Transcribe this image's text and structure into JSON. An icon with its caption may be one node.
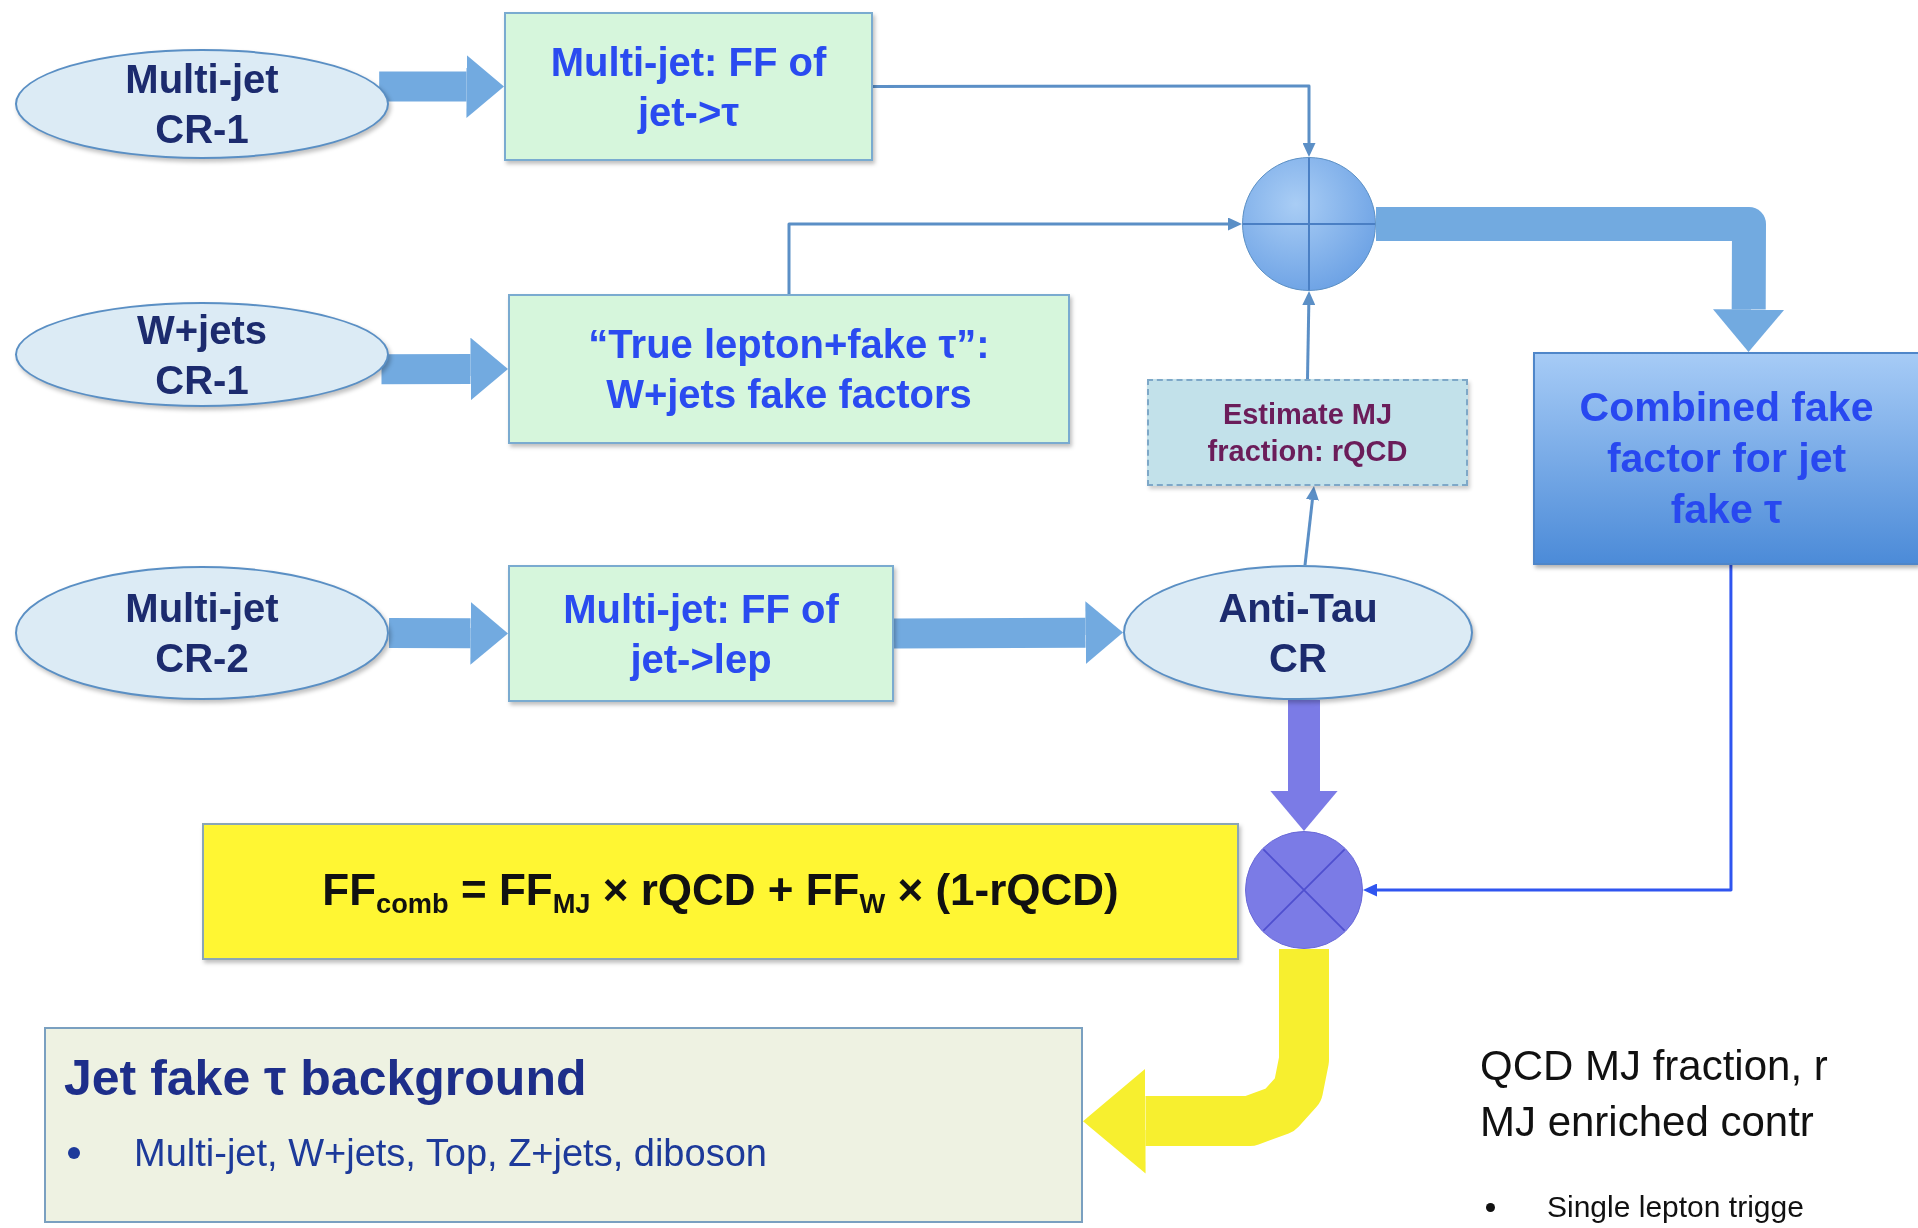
{
  "diagram": {
    "nodes": [
      {
        "text": [
          "Multi-jet CR-1"
        ]
      },
      {
        "text": [
          "Multi-jet: FF of jet->τ"
        ]
      },
      {
        "text": [
          "W+jets CR-1"
        ]
      },
      {
        "text": [
          "“True lepton+fake τ”: W+jets fake factors"
        ]
      },
      {
        "text": [
          "Multi-jet CR-2"
        ]
      },
      {
        "text": [
          "Multi-jet: FF of jet->lep"
        ]
      },
      {
        "text": [],
        "shape": "circle"
      },
      {
        "text": [
          "Estimate MJ fraction: rQCD"
        ]
      },
      {
        "text": [
          "Anti-Tau CR"
        ]
      },
      {
        "text": [
          "Combined fake factor for jet fake τ"
        ]
      },
      {
        "text": [],
        "shape": "circle"
      },
      {
        "text": [
          "FF$_{comb}$ = FF$_{MJ}$ × rQCD + FF$_{W}$ × (1-rQCD)"
        ]
      },
      {
        "text": [
          "Jet fake τ background",
          "Multi-jet, W+jets, Top, Z+jets, diboson"
        ]
      }
    ],
    "edges": [
      {
        "from": 0,
        "to": 1,
        "arrow": "to"
      },
      {
        "from": 2,
        "to": 3,
        "arrow": "to"
      },
      {
        "from": 4,
        "to": 5,
        "arrow": "to"
      },
      {
        "from": 1,
        "to": 6,
        "arrow": "to"
      },
      {
        "from": 3,
        "to": 6,
        "arrow": "to"
      },
      {
        "from": 5,
        "to": 8,
        "arrow": "to"
      },
      {
        "from": 8,
        "to": 7,
        "arrow": "to"
      },
      {
        "from": 7,
        "to": 6,
        "arrow": "to"
      },
      {
        "from": 6,
        "to": 9,
        "arrow": "to"
      },
      {
        "from": 9,
        "to": 10,
        "arrow": "to",
        "color": "#2f55f0"
      },
      {
        "from": 8,
        "to": 10,
        "arrow": "to",
        "color": "#7b7be6"
      },
      {
        "from": 10,
        "to": 12,
        "arrow": "to",
        "color": "#f7ef2f"
      }
    ],
    "labels": [
      "QCD MJ fraction, r",
      "MJ enriched contr",
      "Single lepton trigge"
    ]
  }
}
